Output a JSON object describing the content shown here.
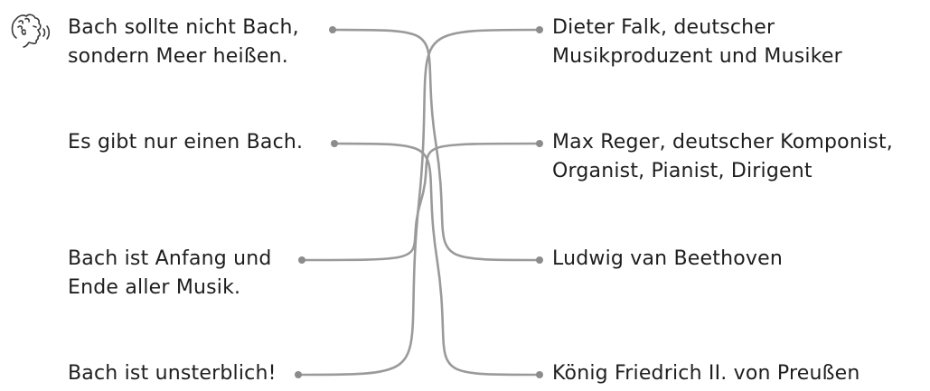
{
  "quotes": [
    {
      "id": "q0",
      "lines": [
        "Bach sollte nicht Bach,",
        "sondern Meer heißen."
      ]
    },
    {
      "id": "q1",
      "lines": [
        "Es gibt nur einen Bach."
      ]
    },
    {
      "id": "q2",
      "lines": [
        "Bach ist Anfang und",
        "Ende aller Musik."
      ]
    },
    {
      "id": "q3",
      "lines": [
        "Bach ist unsterblich!"
      ]
    }
  ],
  "people": [
    {
      "id": "p0",
      "lines": [
        "Dieter Falk, deutscher",
        "Musikproduzent und Musiker"
      ]
    },
    {
      "id": "p1",
      "lines": [
        "Max Reger, deutscher Komponist,",
        "Organist, Pianist, Dirigent"
      ]
    },
    {
      "id": "p2",
      "lines": [
        "Ludwig van Beethoven"
      ]
    },
    {
      "id": "p3",
      "lines": [
        "König Friedrich II. von Preußen"
      ]
    }
  ],
  "connections": [
    {
      "quote": 0,
      "person": 2
    },
    {
      "quote": 1,
      "person": 3
    },
    {
      "quote": 2,
      "person": 1
    },
    {
      "quote": 3,
      "person": 0
    }
  ],
  "icons": {
    "speaker": "speaking-head-icon"
  },
  "colors": {
    "text": "#1e1e1e",
    "line": "#9a9a9a",
    "dot": "#8c8c8c"
  }
}
